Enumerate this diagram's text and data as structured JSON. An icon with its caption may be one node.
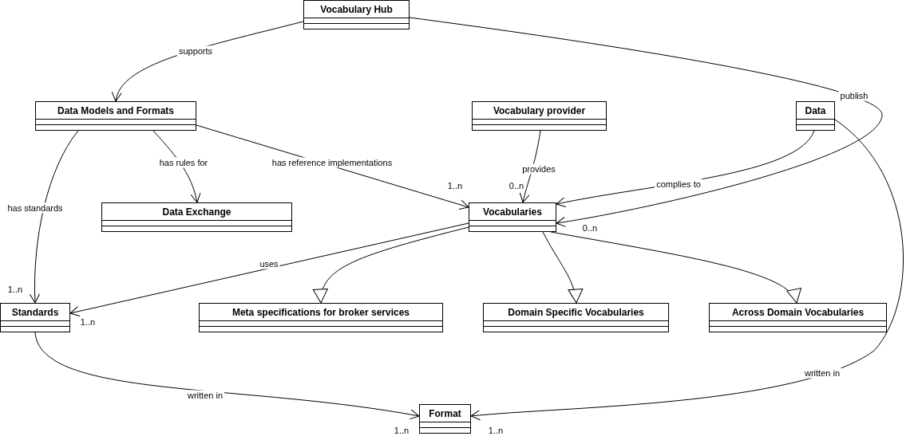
{
  "diagram": {
    "nodes": [
      {
        "text": [
          "Vocabulary Hub"
        ]
      },
      {
        "text": [
          "Data Models and Formats"
        ]
      },
      {
        "text": [
          "Vocabulary provider"
        ]
      },
      {
        "text": [
          "Data"
        ]
      },
      {
        "text": [
          "Data Exchange"
        ]
      },
      {
        "text": [
          "Vocabularies"
        ]
      },
      {
        "text": [
          "Standards"
        ]
      },
      {
        "text": [
          "Meta specifications for broker services"
        ]
      },
      {
        "text": [
          "Domain Specific Vocabularies"
        ]
      },
      {
        "text": [
          "Across Domain Vocabularies"
        ]
      },
      {
        "text": [
          "Format"
        ]
      }
    ],
    "edges": [
      {
        "from": 0,
        "to": 1,
        "arrow": "to",
        "label": "supports"
      },
      {
        "from": 0,
        "to": 5,
        "arrow": "to",
        "label": "publish"
      },
      {
        "from": 1,
        "to": 4,
        "arrow": "to",
        "label": "has rules for"
      },
      {
        "from": 1,
        "to": 5,
        "arrow": "to",
        "label": "has reference implementations"
      },
      {
        "from": 1,
        "to": 6,
        "arrow": "to",
        "label": "has standards"
      },
      {
        "from": 2,
        "to": 5,
        "arrow": "to",
        "label": "provides"
      },
      {
        "from": 3,
        "to": 5,
        "arrow": "to",
        "label": "complies to"
      },
      {
        "from": 5,
        "to": 6,
        "arrow": "to",
        "label": "uses"
      },
      {
        "from": 5,
        "to": 7,
        "arrow": "to"
      },
      {
        "from": 5,
        "to": 8,
        "arrow": "to"
      },
      {
        "from": 5,
        "to": 9,
        "arrow": "to"
      },
      {
        "from": 6,
        "to": 10,
        "arrow": "to",
        "label": "written in"
      },
      {
        "from": 3,
        "to": 10,
        "arrow": "to",
        "label": "written in"
      }
    ],
    "labels": [
      "1..n",
      "0..n",
      "0..n",
      "1..n",
      "1..n",
      "1..n",
      "1..n"
    ]
  }
}
